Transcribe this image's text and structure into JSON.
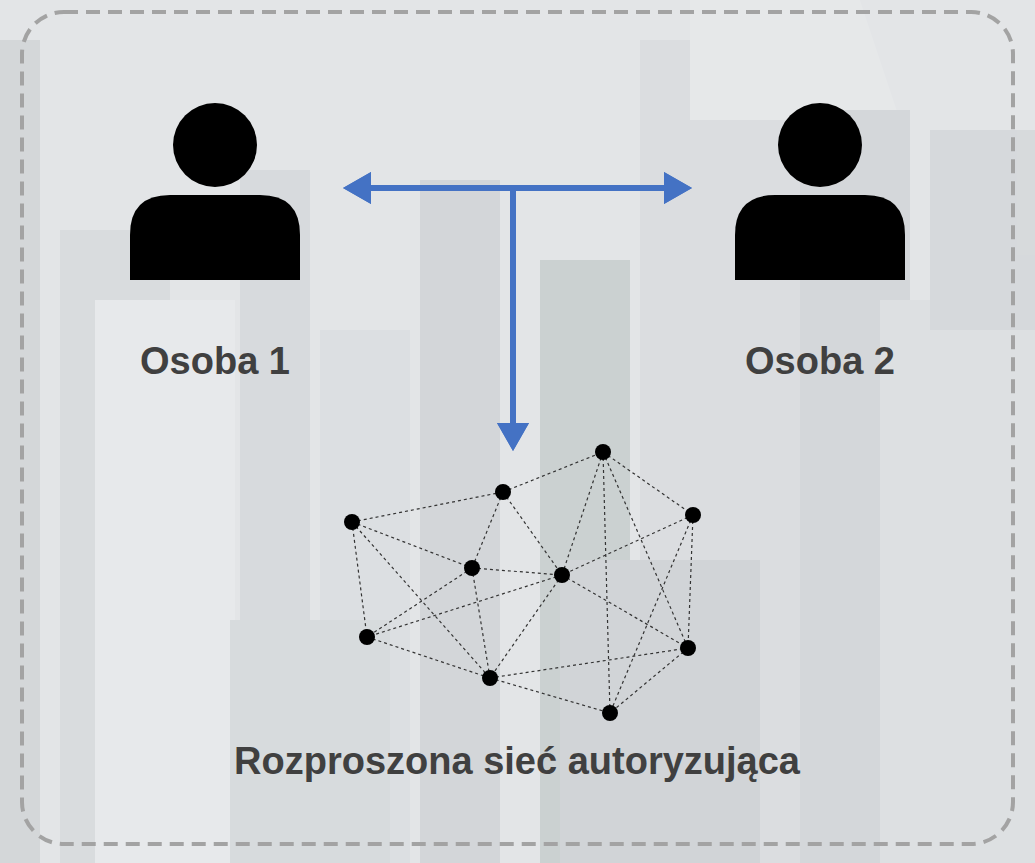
{
  "diagram": {
    "nodes": [
      {
        "text": [
          "Osoba 1"
        ]
      },
      {
        "text": [
          "Osoba 2"
        ]
      },
      {
        "text": [
          "Rozproszona sieć autoryzująca"
        ]
      }
    ],
    "edges": [
      {
        "from": 0,
        "to": 1,
        "arrow": "both"
      },
      {
        "from": 0,
        "to": 2,
        "arrow": "both"
      },
      {
        "from": 1,
        "to": 2,
        "arrow": "both"
      }
    ]
  }
}
